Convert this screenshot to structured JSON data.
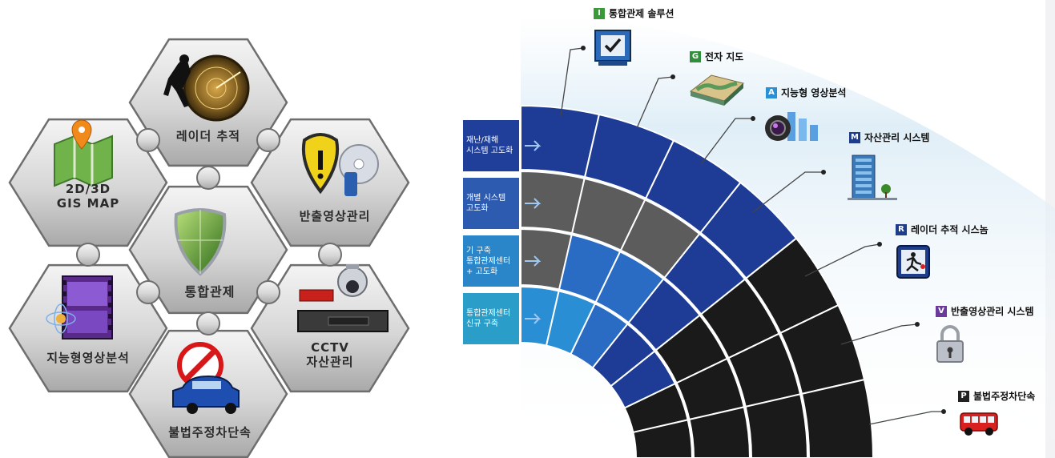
{
  "hexes": [
    {
      "id": "radar",
      "label": "레이더 추적",
      "icon": "radar-runner-icon"
    },
    {
      "id": "gis",
      "label": "2D/3D\nGIS MAP",
      "icon": "map-pin-icon"
    },
    {
      "id": "export",
      "label": "반출영상관리",
      "icon": "warning-shield-cd-icon"
    },
    {
      "id": "center",
      "label": "통합관제",
      "icon": "green-shield-icon"
    },
    {
      "id": "video",
      "label": "지능형영상분석",
      "icon": "film-atom-icon"
    },
    {
      "id": "cctv",
      "label": "CCTV\n자산관리",
      "icon": "cctv-dvr-icon"
    },
    {
      "id": "parking",
      "label": "불법주정차단속",
      "icon": "no-parking-car-icon"
    }
  ],
  "rows": [
    {
      "label": "재난/재해\n시스템 고도화",
      "color": "#1f3f9a"
    },
    {
      "label": "개별 시스템\n고도화",
      "color": "#2c5bb0"
    },
    {
      "label": "기 구축\n통합관제센터\n+ 고도화",
      "color": "#2a86c8"
    },
    {
      "label": "통합관제센터\n신규 구축",
      "color": "#2a9ec8"
    }
  ],
  "solutions": [
    {
      "badge": "I",
      "badge_color": "#3a9a3a",
      "label": "통합관제 솔루션",
      "icon": "monitor-check-icon"
    },
    {
      "badge": "G",
      "badge_color": "#2f8f3a",
      "label": "전자 지도",
      "icon": "terrain-map-icon"
    },
    {
      "badge": "A",
      "badge_color": "#2b8fd6",
      "label": "지능형 영상분석",
      "icon": "camera-chart-icon"
    },
    {
      "badge": "M",
      "badge_color": "#1e3c8c",
      "label": "자산관리 시스템",
      "icon": "building-icon"
    },
    {
      "badge": "R",
      "badge_color": "#1e3c8c",
      "label": "레이더 추적 시스놈",
      "icon": "runner-sign-icon"
    },
    {
      "badge": "V",
      "badge_color": "#6b3a9a",
      "label": "반출영상관리 시스템",
      "icon": "padlock-icon"
    },
    {
      "badge": "P",
      "badge_color": "#222222",
      "label": "불법주정차단속",
      "icon": "bus-icon"
    }
  ]
}
